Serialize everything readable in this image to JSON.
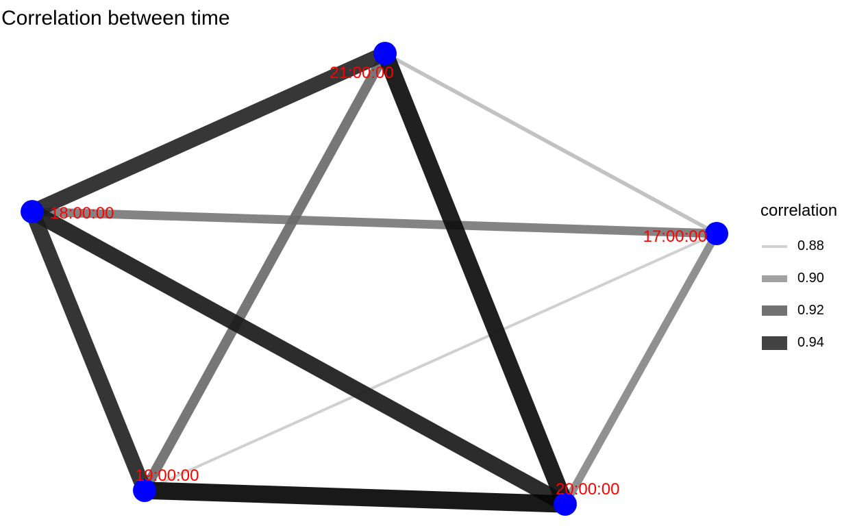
{
  "title": "Correlation between time",
  "legend": {
    "title": "correlation",
    "entries": [
      {
        "label": "0.88",
        "value": 0.88
      },
      {
        "label": "0.90",
        "value": 0.9
      },
      {
        "label": "0.92",
        "value": 0.92
      },
      {
        "label": "0.94",
        "value": 0.94
      }
    ]
  },
  "colors": {
    "node": "#0000ff",
    "node_label": "#ff0000",
    "edge_low": "#cccccc",
    "edge_high": "#000000"
  },
  "nodes": [
    {
      "id": "17:00:00",
      "label": "17:00:00"
    },
    {
      "id": "18:00:00",
      "label": "18:00:00"
    },
    {
      "id": "19:00:00",
      "label": "19:00:00"
    },
    {
      "id": "20:00:00",
      "label": "20:00:00"
    },
    {
      "id": "21:00:00",
      "label": "21:00:00"
    }
  ],
  "chart_data": {
    "type": "network",
    "title": "Correlation between time",
    "legend_title": "correlation",
    "legend_position": "right",
    "edges": [
      {
        "from": "17:00:00",
        "to": "21:00:00",
        "correlation": 0.886
      },
      {
        "from": "17:00:00",
        "to": "19:00:00",
        "correlation": 0.88
      },
      {
        "from": "17:00:00",
        "to": "18:00:00",
        "correlation": 0.912
      },
      {
        "from": "17:00:00",
        "to": "20:00:00",
        "correlation": 0.907
      },
      {
        "from": "18:00:00",
        "to": "21:00:00",
        "correlation": 0.945
      },
      {
        "from": "18:00:00",
        "to": "20:00:00",
        "correlation": 0.95
      },
      {
        "from": "18:00:00",
        "to": "19:00:00",
        "correlation": 0.946
      },
      {
        "from": "19:00:00",
        "to": "21:00:00",
        "correlation": 0.918
      },
      {
        "from": "19:00:00",
        "to": "20:00:00",
        "correlation": 0.958
      },
      {
        "from": "20:00:00",
        "to": "21:00:00",
        "correlation": 0.955
      }
    ]
  }
}
